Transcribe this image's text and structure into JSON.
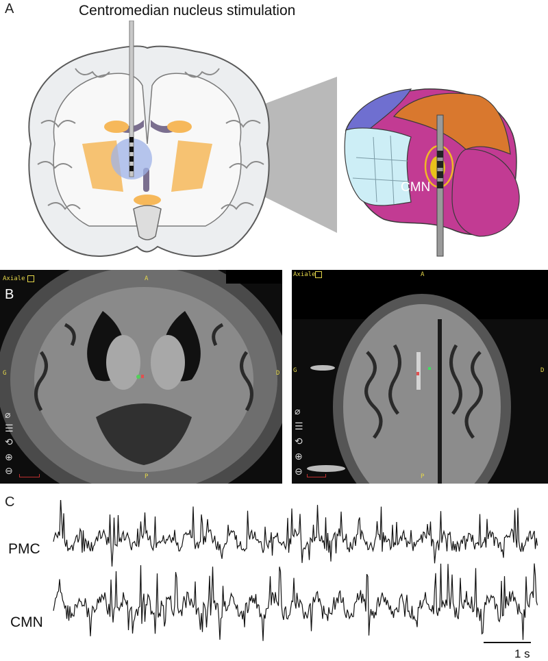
{
  "panels": {
    "a": {
      "letter": "A",
      "title": "Centromedian nucleus stimulation",
      "target_label": "CMN"
    },
    "b": {
      "letter": "B",
      "left": {
        "view_label": "Axiale",
        "anterior": "A",
        "posterior": "P",
        "left_side": "G",
        "right_side": "D"
      },
      "right": {
        "view_label": "Axiale",
        "anterior": "A",
        "posterior": "P",
        "left_side": "G",
        "right_side": "D"
      }
    },
    "c": {
      "letter": "C",
      "traces": [
        {
          "label": "PMC"
        },
        {
          "label": "CMN"
        }
      ],
      "scale_bar_label": "1 s"
    }
  },
  "colors": {
    "cortex_fill": "#eceef0",
    "white_matter": "#f8f8f8",
    "outline": "#5a5a5a",
    "basal_ganglia": "#f6b85a",
    "stim_zone": "#9fb3e8",
    "cone": "#b9b9b9",
    "thal_blue": "#6f6fd0",
    "thal_orange": "#d9782e",
    "thal_magenta": "#c23b93",
    "thal_cyan": "#cdeef6",
    "cmn_yellow": "#e8c21c",
    "mri_bg": "#0d0d0d",
    "mri_label": "#e6d84a",
    "trace": "#111111"
  }
}
